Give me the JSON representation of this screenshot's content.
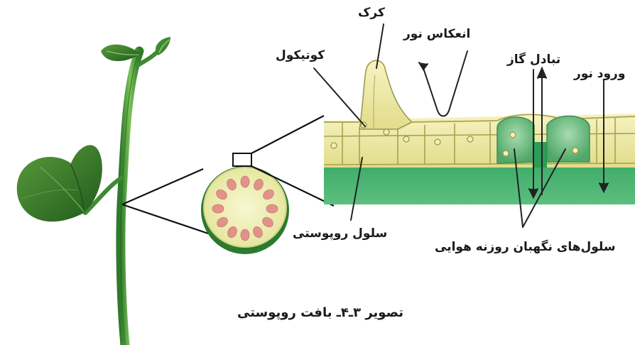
{
  "labels": {
    "trichome": "کرک",
    "light_reflection": "انعکاس نور",
    "cuticle": "کوتیکول",
    "gas_exchange": "تبادل گاز",
    "light_entry": "ورود نور",
    "epidermal_cell": "سلول روپوستی",
    "guard_cells": "سلول‌های نگهبان روزنه هوایی"
  },
  "caption": "تصویر ۳ـ۴ـ بافت روپوستی",
  "colors": {
    "stem_green": "#4f9a3c",
    "leaf_dark_green": "#2e6b24",
    "epidermis_yellow": "#ece9a4",
    "mesophyll_green": "#3fae6c",
    "guard_cell_green": "#7fc58e",
    "vascular_bundle": "#e3928a",
    "section_fill": "#f3f2c6"
  }
}
